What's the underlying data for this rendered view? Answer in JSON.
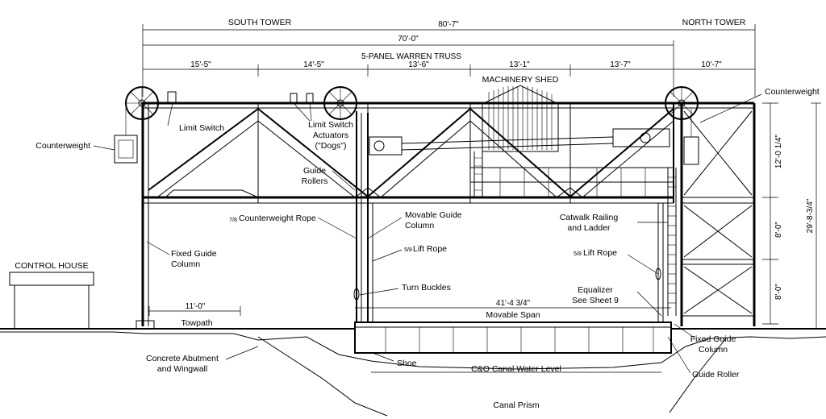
{
  "dimensions": {
    "south_tower": "SOUTH TOWER",
    "north_tower": "NORTH TOWER",
    "overall": "80'-7\"",
    "truss_length": "70'-0\"",
    "truss_title": "5-PANEL WARREN TRUSS",
    "panels": [
      "15'-5\"",
      "14'-5\"",
      "13'-6\"",
      "13'-1\"",
      "13'-7\"",
      "10'-7\""
    ],
    "height_upper": "12'-0 1/4\"",
    "height_mid": "8'-0\"",
    "height_lower": "8'-0\"",
    "height_total": "29'-8-3/4\"",
    "towpath_width": "11'-0\"",
    "span_width": "41'-4 3/4\""
  },
  "labels": {
    "machinery_shed": "MACHINERY SHED",
    "control_house": "CONTROL HOUSE",
    "counterweight_left": "Counterweight",
    "counterweight_right": "Counterweight",
    "limit_switch": "Limit Switch",
    "limit_switch_actuators": [
      "Limit Switch",
      "Actuators",
      "(\"Dogs\")"
    ],
    "guide_rollers": [
      "Guide",
      "Rollers"
    ],
    "counterweight_rope": "Counterweight Rope",
    "movable_guide_column": [
      "Movable Guide",
      "Column"
    ],
    "fixed_guide_column_left": [
      "Fixed Guide",
      "Column"
    ],
    "lift_rope_left": "Lift Rope",
    "lift_rope_right": "Lift Rope",
    "turn_buckles": "Turn Buckles",
    "catwalk": [
      "Catwalk Railing",
      "and Ladder"
    ],
    "equalizer": [
      "Equalizer",
      "See Sheet 9"
    ],
    "towpath": "Towpath",
    "movable_span": "Movable Span",
    "concrete_abutment": [
      "Concrete Abutment",
      "and Wingwall"
    ],
    "shoe": "Shoe",
    "water_level": "C&O Canal Water Level",
    "fixed_guide_column_right": [
      "Fixed Guide",
      "Column"
    ],
    "guide_roller": "Guide Roller",
    "canal_prism": "Canal Prism",
    "rope_fraction": "7/8",
    "lift_rope_fraction": "5/8"
  }
}
